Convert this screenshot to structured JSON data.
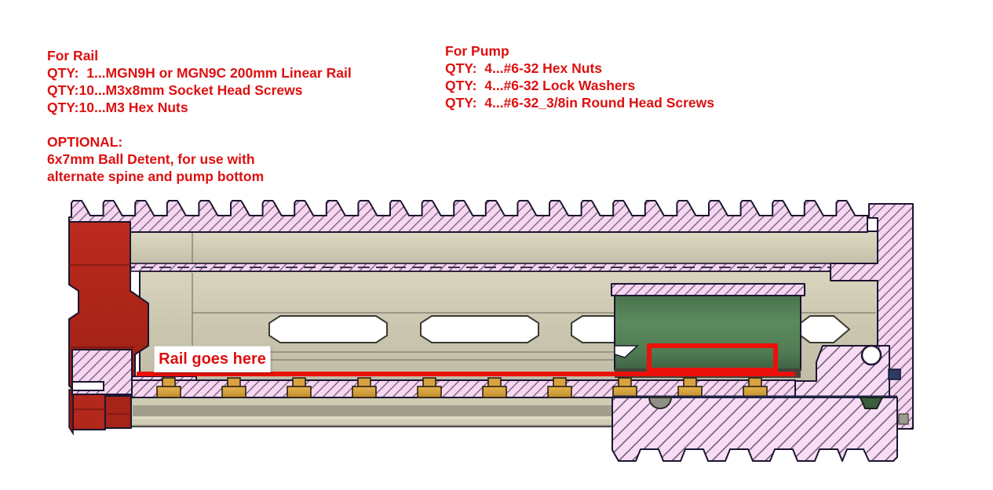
{
  "annotations": {
    "rail_bom": {
      "title": "For Rail",
      "lines": [
        "QTY:  1...MGN9H or MGN9C 200mm Linear Rail",
        "QTY:10...M3x8mm Socket Head Screws",
        "QTY:10...M3 Hex Nuts"
      ]
    },
    "optional_note": {
      "title": "OPTIONAL:",
      "lines": [
        "6x7mm Ball Detent, for use with",
        "alternate spine and pump bottom"
      ]
    },
    "pump_bom": {
      "title": "For Pump",
      "lines": [
        "QTY:  4...#6-32 Hex Nuts",
        "QTY:  4...#6-32 Lock Washers",
        "QTY:  4...#6-32_3/8in Round Head Screws"
      ]
    },
    "rail_label": "Rail goes here"
  },
  "colors": {
    "annotation_red": "#DD1010",
    "highlight_red": "#EC100A",
    "section_pink": "#F7D6F2",
    "hatch_line": "#6E5A74",
    "part_red": "#B2281C",
    "body_tan": "#CFCBB4",
    "carriage_green": "#527E54",
    "screw_gold": "#D7A23F",
    "outline_dark": "#1B1530"
  }
}
